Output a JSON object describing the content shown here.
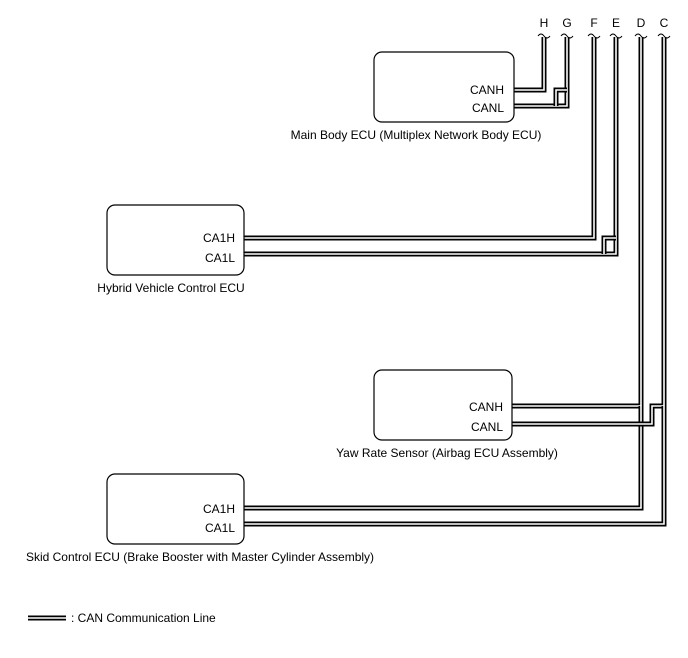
{
  "connectors": {
    "H": "H",
    "G": "G",
    "F": "F",
    "E": "E",
    "D": "D",
    "C": "C"
  },
  "ecus": {
    "main_body": {
      "name": "Main Body ECU (Multiplex Network Body ECU)",
      "pin_high": "CANH",
      "pin_low": "CANL"
    },
    "hybrid": {
      "name": "Hybrid Vehicle Control ECU",
      "pin_high": "CA1H",
      "pin_low": "CA1L"
    },
    "yaw": {
      "name": "Yaw Rate Sensor (Airbag ECU Assembly)",
      "pin_high": "CANH",
      "pin_low": "CANL"
    },
    "skid": {
      "name": "Skid Control ECU (Brake Booster with Master Cylinder Assembly)",
      "pin_high": "CA1H",
      "pin_low": "CA1L"
    }
  },
  "legend": {
    "label": ": CAN Communication Line"
  }
}
